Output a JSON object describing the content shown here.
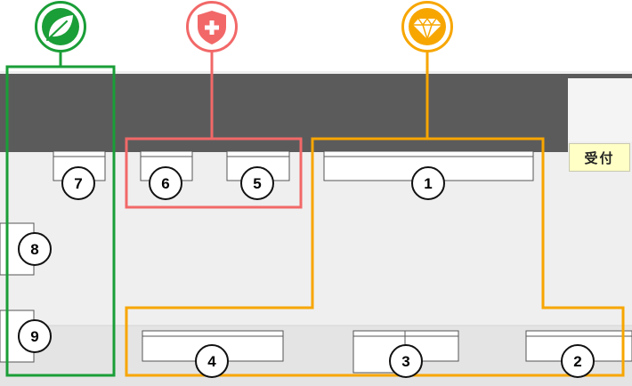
{
  "floor_plan": {
    "reception_label": "受付",
    "colors": {
      "green_zone": "#1a9e37",
      "red_zone": "#f26868",
      "orange_zone": "#f7a600",
      "wall_dark": "#5b5b5b",
      "floor": "#efefef",
      "floor_lower": "#e4e4e4"
    },
    "zones": [
      {
        "id": "green",
        "icon": "leaf-icon",
        "seats": [
          "7",
          "8",
          "9"
        ]
      },
      {
        "id": "red",
        "icon": "shield-plus-icon",
        "seats": [
          "6",
          "5"
        ]
      },
      {
        "id": "orange",
        "icon": "diamond-icon",
        "seats": [
          "1",
          "4",
          "3",
          "2"
        ]
      }
    ],
    "seat_labels": {
      "s1": "1",
      "s2": "2",
      "s3": "3",
      "s4": "4",
      "s5": "5",
      "s6": "6",
      "s7": "7",
      "s8": "8",
      "s9": "9"
    }
  }
}
